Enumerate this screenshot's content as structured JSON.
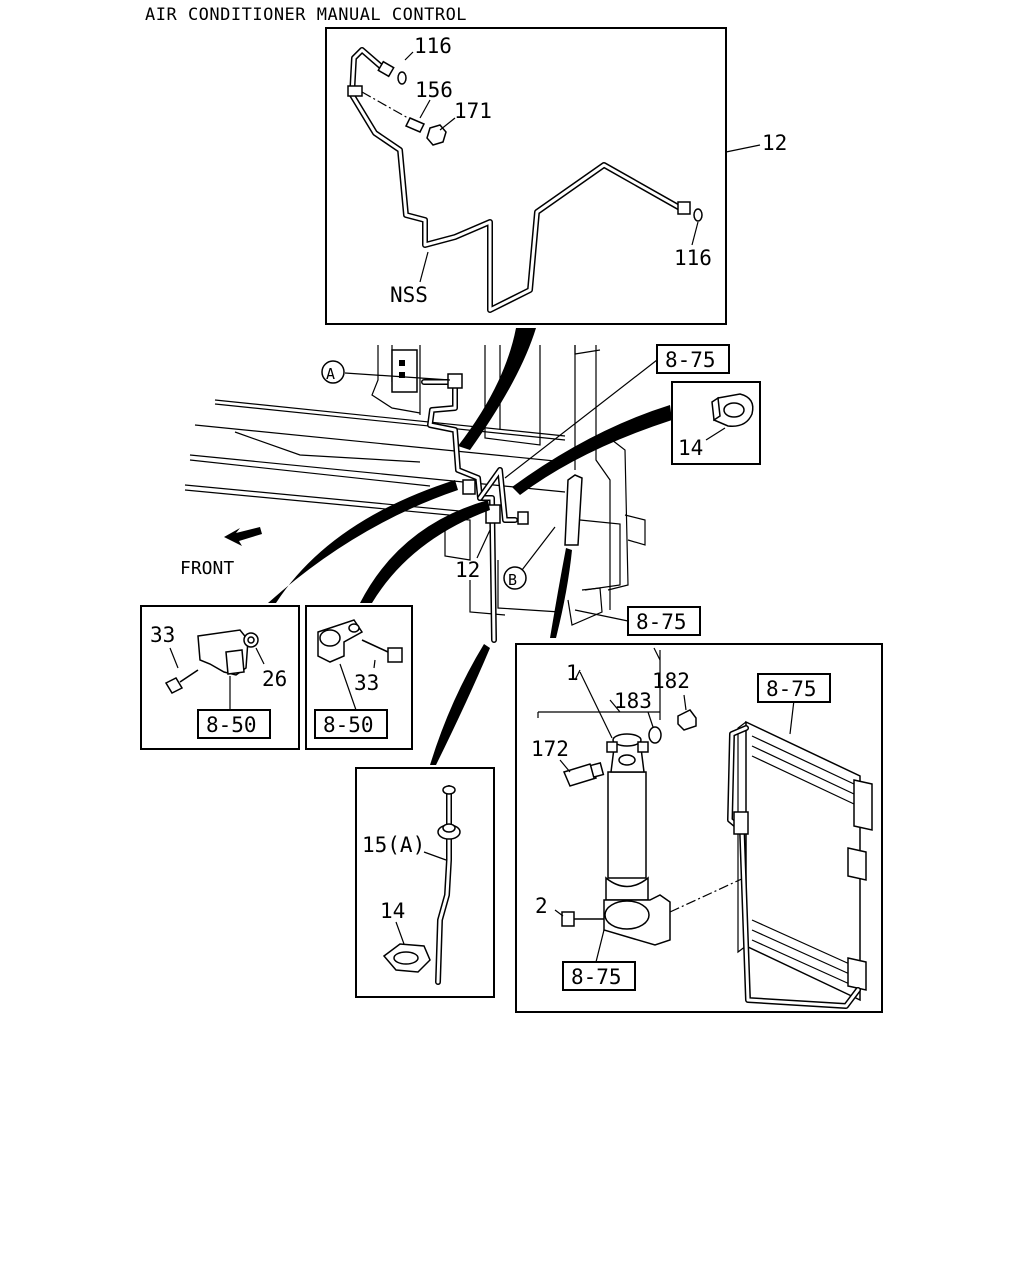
{
  "title": "AIR CONDITIONER MANUAL CONTROL",
  "labels": {
    "p116_top": "116",
    "p156": "156",
    "p171": "171",
    "p12_callout": "12",
    "p116_bottom": "116",
    "nss": "NSS",
    "ref_a": "A",
    "ref_b": "B",
    "ref_875_top": "8-75",
    "p14_clip": "14",
    "p12_main": "12",
    "front": "FRONT",
    "ref_875_mid": "8-75",
    "p33_left": "33",
    "p26": "26",
    "ref_850_left": "8-50",
    "p33_right": "33",
    "ref_850_right": "8-50",
    "p15a": "15(A)",
    "p14_lower": "14",
    "p1": "1",
    "p183": "183",
    "p182": "182",
    "p172": "172",
    "ref_875_cond": "8-75",
    "p2": "2",
    "ref_875_drier": "8-75"
  }
}
